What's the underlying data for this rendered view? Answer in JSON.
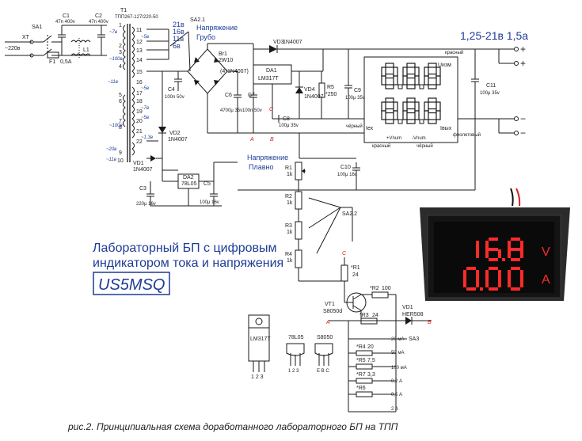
{
  "labels": {
    "mains_voltage": "~220в",
    "xt": "XT",
    "sa1": "SA1",
    "fuse": "F1",
    "fuse_rating": "0,5А",
    "c1": "C1",
    "c1_val": "47n 400v",
    "c2": "C2",
    "c2_val": "47n 400v",
    "l1": "L1",
    "t1": "T1",
    "t1_type": "ТПП267-127/220-50",
    "sa2_1": "SA2.1",
    "coarse_voltage_line1": "Напряжение",
    "coarse_voltage_line2": "Грубо",
    "tap_21": "21в",
    "tap_16": "16в",
    "tap_11": "11в",
    "tap_6": "6в",
    "vd3": "VD3",
    "vd3_type": "1N4007",
    "br1": "Br1",
    "br1_type": "2W10",
    "br1_note": "(4*1N4007)",
    "da1": "DA1",
    "da1_type": "LM317T",
    "output_range": "1,25-21в 1,5а",
    "c4": "C4",
    "c4_val": "100n 50v",
    "c6": "C6",
    "c6_val": "4700μ 35v",
    "c7": "C7",
    "c7_val": "100n 50v",
    "vd4": "VD4",
    "vd4_type": "1N4007",
    "r5": "R5",
    "r5_val": "*250",
    "c9": "C9",
    "c9_val": "100μ 35v",
    "c8": "C8",
    "c8_val": "100μ 35v",
    "c11": "C11",
    "c11_val": "100μ 35v",
    "vd2": "VD2",
    "vd2_type": "1N4007",
    "vd1": "VD1",
    "vd1_type": "1N4007",
    "da2": "DA2",
    "da2_type": "78L05",
    "c3": "C3",
    "c3_val": "220μ 16v",
    "c5": "C5",
    "c5_val": "100μ 16v",
    "fine_voltage_line1": "Напряжение",
    "fine_voltage_line2": "Плавно",
    "r1": "R1",
    "r2": "R2",
    "r3": "R3",
    "r4": "R4",
    "r_1k": "1k",
    "c10": "C10",
    "c10_val": "100μ 16v",
    "sa2_2": "SA2.2",
    "meter_uizm": "Uизм",
    "meter_iex": "Iех",
    "meter_ivyh": "Iвых",
    "wire_red": "красный",
    "wire_black": "чёрный",
    "wire_purple": "фиолетовый",
    "meter_plus_vnum": "+Vnum",
    "meter_minus_vnum": "-Vnum",
    "title_line1": "Лабораторный БП с цифровым",
    "title_line2": "индикатором тока и напряжения",
    "callsign": "US5MSQ",
    "meter_top_value": "16.8",
    "meter_top_unit": "V",
    "meter_bottom_value": "0.00",
    "meter_bottom_unit": "A",
    "r1_star": "*R1",
    "r1_star_val": "24",
    "vt1": "VT1",
    "vt1_type": "S8050d",
    "r2_star": "*R2",
    "r2_star_val": "100",
    "vd1_right": "VD1",
    "vd1_right_type": "HER508",
    "r3_star": "*R3",
    "r3_star_val": "24",
    "sa3": "SA3",
    "range_20ma": "20 мА",
    "range_50ma": "50 мА",
    "range_100ma": "100 мА",
    "range_02a": "0,2 А",
    "range_05a": "0,5 А",
    "range_2a": "2 А",
    "r4_star": "*R4",
    "r4_star_val": "20",
    "r5_star": "*R5",
    "r5_star_val": "7,5",
    "r7_star": "*R7",
    "r7_star_val": "3,3",
    "r6_star": "*R6",
    "node_a": "A",
    "node_b": "B",
    "node_c": "C",
    "pkg_lm317": "LM317T",
    "pkg_78l05": "78L05",
    "pkg_s8050": "S8050",
    "pins_123": "1 2 3",
    "pins_ebc": "E B C",
    "caption": "рис.2. Принципиальная схема доработанного лабораторного БП на ТПП",
    "pin_11": "11",
    "pin_12": "12",
    "pin_13": "13",
    "pin_14": "14",
    "pin_15": "15",
    "pin_16": "16",
    "pin_17": "17",
    "pin_18": "18",
    "pin_19": "19",
    "pin_20": "20",
    "pin_21": "21",
    "pin_22": "22",
    "pin_1": "1",
    "pin_2": "2",
    "pin_3": "3",
    "pin_4": "4",
    "pin_5": "5",
    "pin_6": "6",
    "pin_7": "7",
    "pin_8": "8",
    "pin_9": "9",
    "pin_10": "10",
    "wind_7e_a": "~7в",
    "wind_5e_a": "~5в",
    "wind_100e_a": "~100в",
    "wind_11e": "~11в",
    "wind_5e_b": "~5в",
    "wind_7e_b": "~7в",
    "wind_5e_c": "~5в",
    "wind_100e_b": "~100в",
    "wind_13e": "~1,3в",
    "wind_20e": "~20в",
    "wind_11e_b": "~11в"
  },
  "colors": {
    "accent_blue": "#1e3c96",
    "wire": "#1a1a1a",
    "red": "#d82020",
    "meter_red": "#ff2a2a"
  }
}
